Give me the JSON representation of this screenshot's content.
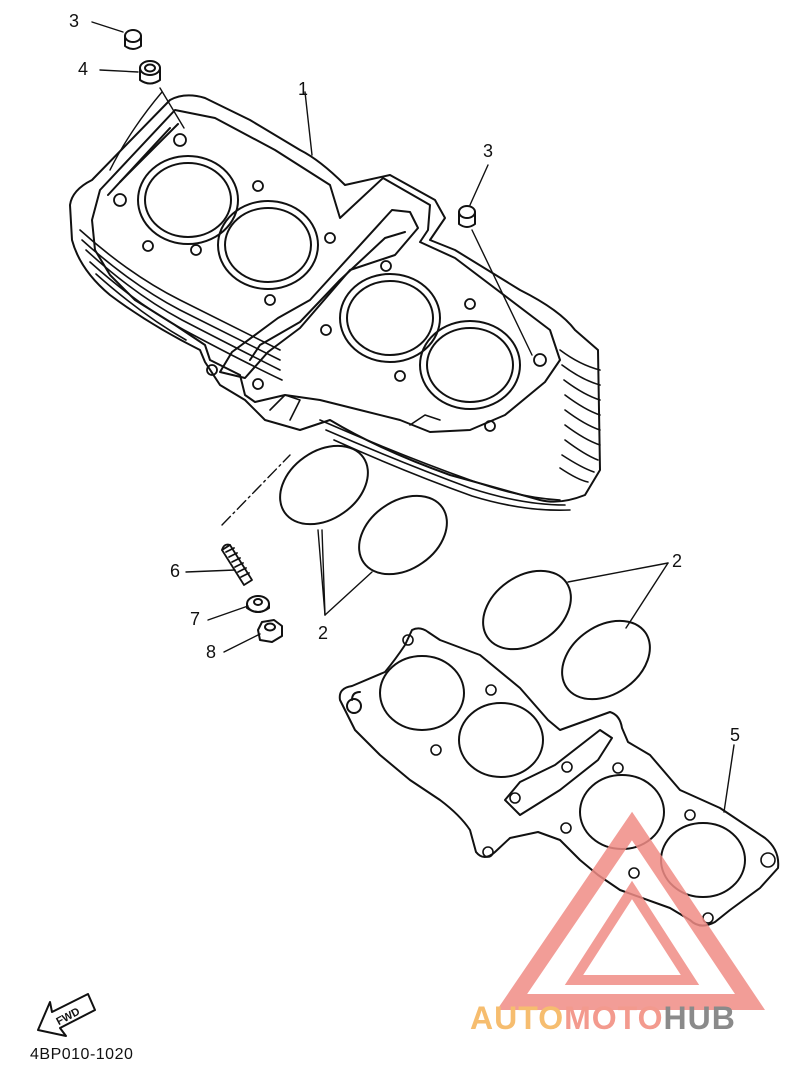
{
  "callouts": {
    "c3a": "3",
    "c4": "4",
    "c1": "1",
    "c3b": "3",
    "c6": "6",
    "c7": "7",
    "c8": "8",
    "c2a": "2",
    "c2b": "2",
    "c5": "5"
  },
  "fwd_label": "FWD",
  "diagram_code": "4BP010-1020",
  "watermark": {
    "part1": "AUTO",
    "part2": "MOTO",
    "part3": "HUB",
    "colors": {
      "auto": "#f6bd6f",
      "moto": "#f39a8e",
      "hub": "#8a8a8a",
      "triangle": "#f08c86"
    }
  }
}
